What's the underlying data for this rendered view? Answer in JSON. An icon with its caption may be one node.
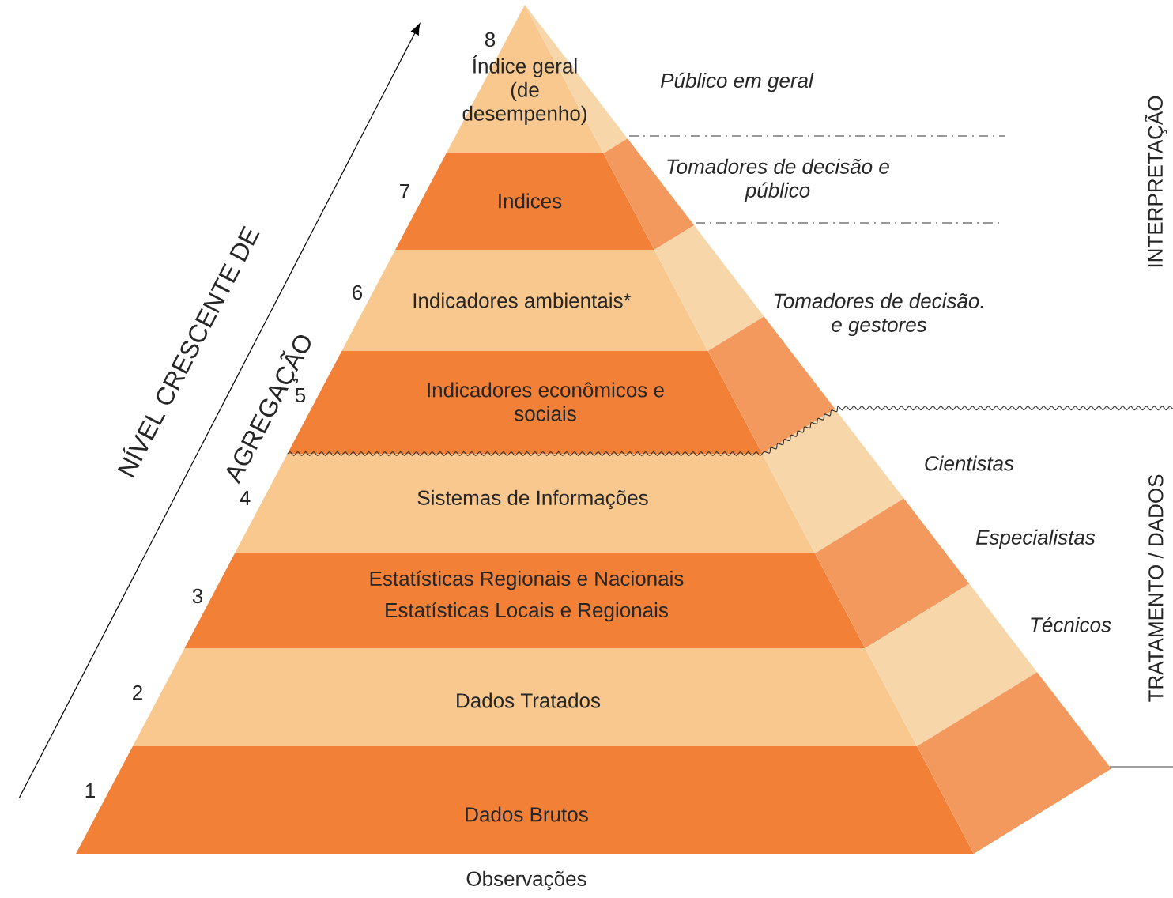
{
  "diagram": {
    "nodes": [
      {
        "text": [
          "Índice geral (de desempenho)"
        ],
        "beside": [
          "8"
        ]
      },
      {
        "text": [
          "Indices"
        ],
        "beside": [
          "7"
        ]
      },
      {
        "text": [
          "Indicadores ambientais*"
        ],
        "beside": [
          "6"
        ]
      },
      {
        "text": [
          "Indicadores econômicos e sociais"
        ],
        "beside": [
          "5"
        ]
      },
      {
        "text": [
          "Sistemas de Informações"
        ],
        "beside": [
          "4"
        ]
      },
      {
        "text": [
          "Estatísticas Regionais e Nacionais",
          "Estatísticas Locais e Regionais"
        ],
        "beside": [
          "3"
        ]
      },
      {
        "text": [
          "Dados Tratados"
        ],
        "beside": [
          "2"
        ]
      },
      {
        "text": [
          "Dados Brutos"
        ],
        "beside": [
          "1"
        ]
      }
    ],
    "labels": [
      "NÍVEL CRESCENTE DE",
      "AGREGAÇÃO",
      "Público em geral",
      "Tomadores de decisão e público",
      "Tomadores de decisão. e gestores",
      "INTERPRETAÇÃO",
      "Cientistas",
      "Especialistas",
      "Técnicos",
      "TRATAMENTO / DADOS",
      "Observações"
    ]
  }
}
